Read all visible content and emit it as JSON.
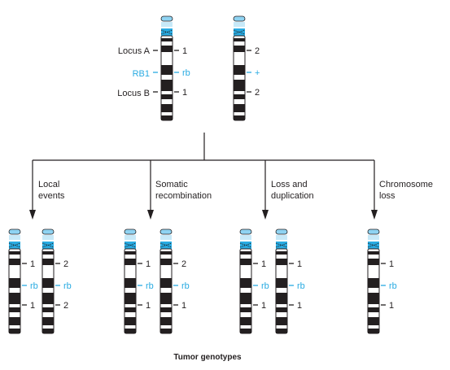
{
  "colors": {
    "blue": "#29abe2",
    "light_blue": "#8fd3f2",
    "dark": "#231f20",
    "white": "#ffffff"
  },
  "top": {
    "locus_a": "Locus A",
    "rb1": "RB1",
    "locus_b": "Locus B",
    "left_alleles": [
      "1",
      "rb",
      "1"
    ],
    "right_alleles": [
      "2",
      "+",
      "2"
    ]
  },
  "events": [
    {
      "caption_lines": [
        "Local",
        "events"
      ],
      "left_alleles": [
        "1",
        "rb",
        "1"
      ],
      "right_alleles": [
        "2",
        "rb",
        "2"
      ]
    },
    {
      "caption_lines": [
        "Somatic",
        "recombination"
      ],
      "left_alleles": [
        "1",
        "rb",
        "1"
      ],
      "right_alleles": [
        "2",
        "rb",
        "1"
      ]
    },
    {
      "caption_lines": [
        "Loss and",
        "duplication"
      ],
      "left_alleles": [
        "1",
        "rb",
        "1"
      ],
      "right_alleles": [
        "1",
        "rb",
        "1"
      ]
    },
    {
      "caption_lines": [
        "Chromosome",
        "loss"
      ],
      "left_alleles": [
        "1",
        "rb",
        "1"
      ],
      "right_alleles": []
    }
  ],
  "footer": {
    "title": "Tumor genotypes"
  }
}
